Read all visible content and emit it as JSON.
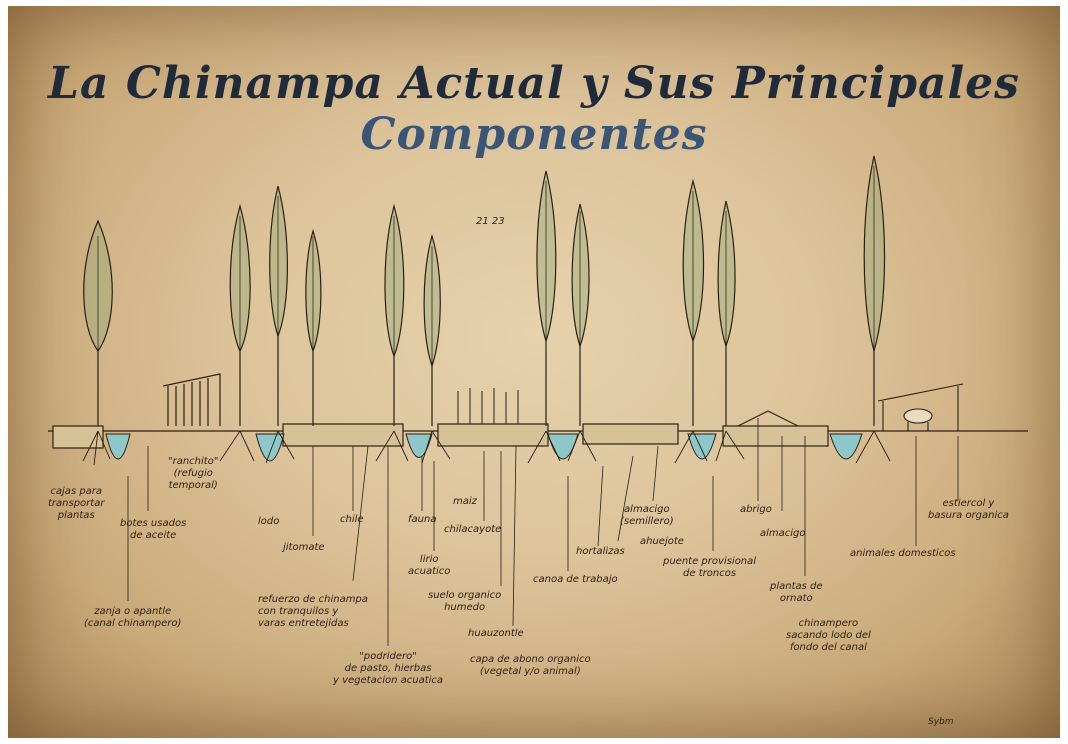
{
  "title": {
    "part1": "La Chinampa Actual y Sus Principales ",
    "part2": "Componentes"
  },
  "stamp": "21 23",
  "signature": "Sybm",
  "labels": {
    "cajas": "cajas para\ntransportar\nplantas",
    "botes": "botes usados\nde aceite",
    "zanja": "zanja o apantle\n(canal chinampero)",
    "ranchito": "\"ranchito\"\n(refugio\ntemporal)",
    "lodo": "lodo",
    "jitomate": "jitomate",
    "chile": "chile",
    "refuerzo": "refuerzo de chinampa\ncon tranquilos y\nvaras entretejidas",
    "podridero": "\"podridero\"\nde pasto, hierbas\ny vegetacion acuatica",
    "fauna": "fauna",
    "lirio": "lirio\nacuatico",
    "maiz": "maiz",
    "chilacayote": "chilacayote",
    "suelo": "suelo organico\nhumedo",
    "huauzontle": "huauzontle",
    "capa": "capa de abono organico\n(vegetal y/o animal)",
    "hortalizas": "hortalizas",
    "canoa": "canoa de trabajo",
    "almacigo1": "almacigo\n(semillero)",
    "ahuejote": "ahuejote",
    "puente": "puente provisional\nde troncos",
    "abrigo": "abrigo",
    "almacigo2": "almacigo",
    "plantas": "plantas de\nornato",
    "chinampero": "chinampero\nsacando lodo del\nfondo del canal",
    "animales": "animales domesticos",
    "estiercol": "estiercol y\nbasura organica"
  },
  "colors": {
    "ink": "#2a1f14",
    "water": "#8ec7c9",
    "title": "#1f2a3a",
    "accent": "#3b5576"
  }
}
